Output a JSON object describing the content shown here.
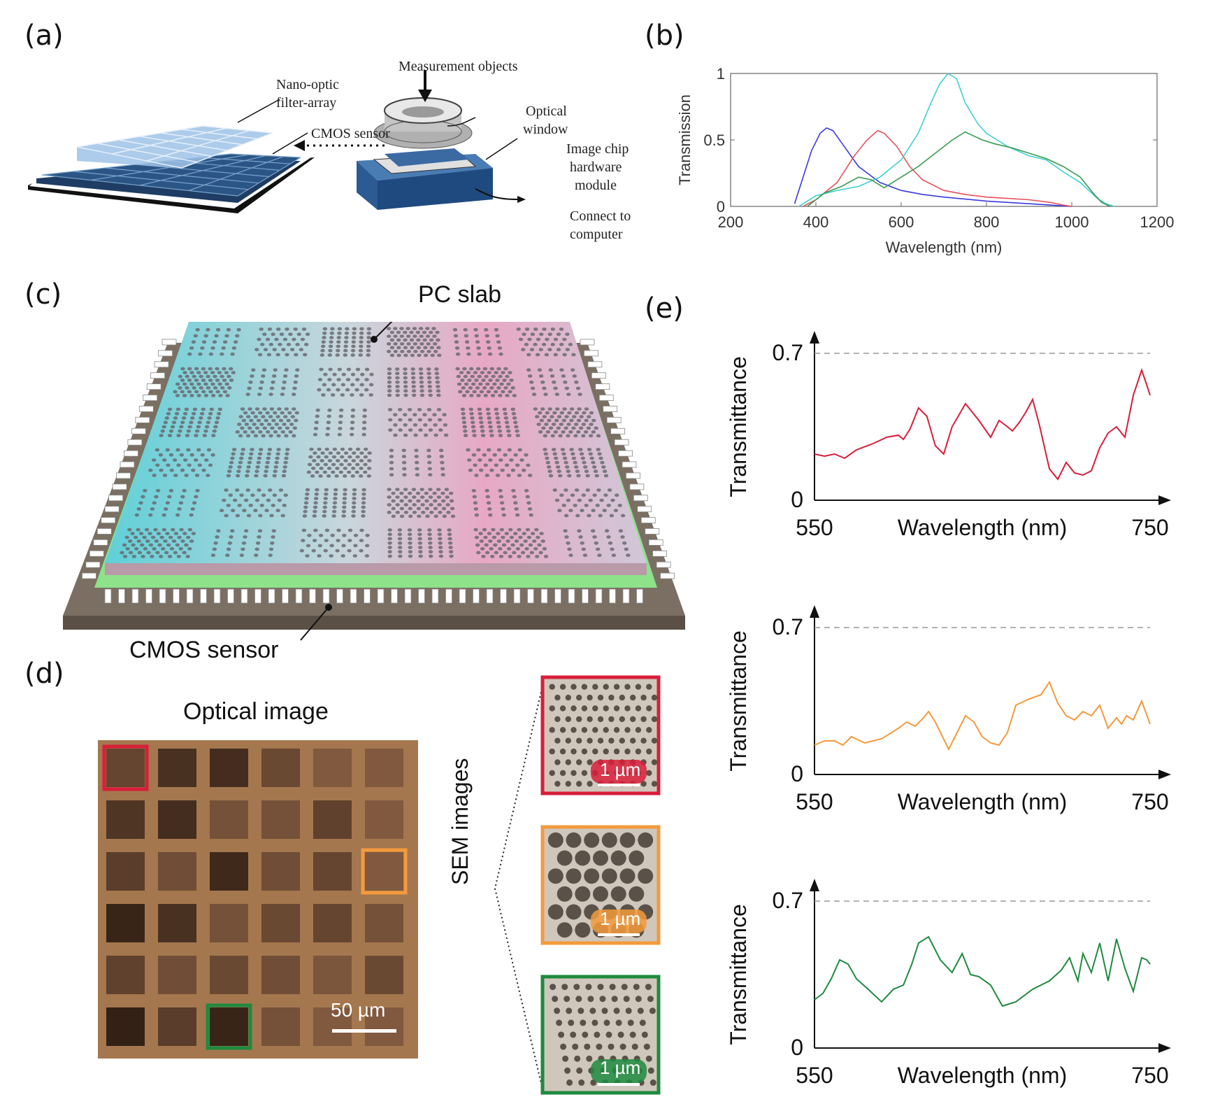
{
  "panels": {
    "a": {
      "label": "(a)",
      "callouts": {
        "measurement_objects": "Measurement objects",
        "nano_optic_line1": "Nano-optic",
        "nano_optic_line2": "filter-array",
        "cmos_sensor": "CMOS sensor",
        "optical_line1": "Optical",
        "optical_line2": "window",
        "image_chip_line1": "Image chip",
        "image_chip_line2": "hardware",
        "image_chip_line3": "module",
        "connect_line1": "Connect to",
        "connect_line2": "computer"
      }
    },
    "b": {
      "label": "(b)"
    },
    "c": {
      "label": "(c)",
      "pc_slab": "PC slab",
      "cmos_sensor": "CMOS sensor"
    },
    "d": {
      "label": "(d)",
      "optical_image_title": "Optical image",
      "scale_bar": "50 µm",
      "sem_images_label": "SEM images",
      "sem_scale": [
        "1 µm",
        "1 µm",
        "1 µm"
      ]
    },
    "e": {
      "label": "(e)"
    }
  },
  "colors": {
    "red": "#d81e3a",
    "orange": "#f39a3c",
    "green": "#1f8a3f",
    "blue": "#3a3adf",
    "cyan": "#3fd0d0",
    "b_red": "#e8505a",
    "b_green": "#3a9a50",
    "filter_tan": "#a5774e"
  },
  "optical_grid_levels": [
    [
      0.45,
      0.7,
      0.75,
      0.4,
      0.2,
      0.2
    ],
    [
      0.65,
      0.75,
      0.3,
      0.3,
      0.5,
      0.2
    ],
    [
      0.55,
      0.35,
      0.8,
      0.35,
      0.45,
      0.2
    ],
    [
      0.85,
      0.7,
      0.3,
      0.4,
      0.45,
      0.3
    ],
    [
      0.5,
      0.35,
      0.4,
      0.35,
      0.25,
      0.4
    ],
    [
      0.9,
      0.55,
      0.85,
      0.3,
      0.2,
      0.2
    ]
  ],
  "chart_data": [
    {
      "type": "line",
      "xlabel": "Wavelength (nm)",
      "ylabel": "Transmission",
      "xlim": [
        200,
        1200
      ],
      "ylim": [
        0,
        1
      ],
      "xticks": [
        "200",
        "400",
        "600",
        "800",
        "1000",
        "1200"
      ],
      "yticks": [
        "0",
        "0.5",
        "1"
      ],
      "series": [
        {
          "color": "#3a3adf",
          "x": [
            350,
            370,
            390,
            410,
            425,
            440,
            460,
            500,
            550,
            600,
            650,
            700,
            800,
            900,
            950,
            1000
          ],
          "y": [
            0.02,
            0.22,
            0.42,
            0.55,
            0.59,
            0.57,
            0.48,
            0.3,
            0.18,
            0.12,
            0.09,
            0.07,
            0.04,
            0.02,
            0.01,
            0.0
          ]
        },
        {
          "color": "#e8505a",
          "x": [
            370,
            400,
            450,
            490,
            520,
            545,
            560,
            590,
            620,
            650,
            700,
            750,
            800,
            850,
            900,
            950,
            980,
            1000
          ],
          "y": [
            0.0,
            0.05,
            0.18,
            0.38,
            0.5,
            0.57,
            0.55,
            0.45,
            0.3,
            0.2,
            0.12,
            0.09,
            0.07,
            0.06,
            0.05,
            0.03,
            0.01,
            0.0
          ]
        },
        {
          "color": "#3fd0d0",
          "x": [
            360,
            400,
            450,
            500,
            550,
            600,
            640,
            670,
            690,
            710,
            730,
            750,
            780,
            800,
            850,
            900,
            940,
            980,
            1020,
            1060,
            1080,
            1100
          ],
          "y": [
            0.0,
            0.08,
            0.12,
            0.15,
            0.22,
            0.35,
            0.55,
            0.78,
            0.92,
            1.0,
            0.96,
            0.78,
            0.62,
            0.55,
            0.45,
            0.38,
            0.35,
            0.26,
            0.18,
            0.06,
            0.02,
            0.0
          ]
        },
        {
          "color": "#3a9a50",
          "x": [
            380,
            420,
            460,
            500,
            530,
            560,
            600,
            640,
            680,
            720,
            750,
            770,
            790,
            820,
            860,
            900,
            940,
            980,
            1020,
            1050,
            1070,
            1090
          ],
          "y": [
            0.0,
            0.1,
            0.15,
            0.22,
            0.2,
            0.14,
            0.22,
            0.3,
            0.4,
            0.5,
            0.56,
            0.53,
            0.5,
            0.47,
            0.44,
            0.4,
            0.36,
            0.3,
            0.22,
            0.1,
            0.03,
            0.0
          ]
        }
      ]
    },
    {
      "type": "line",
      "xlabel": "Wavelength (nm)",
      "ylabel": "Transmittance",
      "xlim": [
        550,
        750
      ],
      "ylim": [
        0,
        0.7
      ],
      "xticks": [
        "550",
        "750"
      ],
      "yticks": [
        "0",
        "0.7"
      ],
      "series": [
        {
          "color": "#d81e3a",
          "x": [
            550,
            556,
            562,
            568,
            575,
            585,
            593,
            600,
            603,
            607,
            612,
            617,
            622,
            627,
            632,
            640,
            648,
            655,
            660,
            665,
            668,
            672,
            676,
            680,
            684,
            690,
            695,
            700,
            705,
            710,
            715,
            720,
            725,
            730,
            735,
            740,
            745,
            748,
            750
          ],
          "y": [
            0.22,
            0.21,
            0.22,
            0.2,
            0.24,
            0.27,
            0.3,
            0.31,
            0.29,
            0.34,
            0.44,
            0.4,
            0.26,
            0.22,
            0.35,
            0.46,
            0.38,
            0.3,
            0.38,
            0.35,
            0.33,
            0.37,
            0.42,
            0.48,
            0.36,
            0.15,
            0.1,
            0.18,
            0.13,
            0.12,
            0.14,
            0.25,
            0.32,
            0.35,
            0.3,
            0.5,
            0.62,
            0.55,
            0.5
          ]
        },
        {
          "color": "#f39a3c",
          "x": [
            550,
            556,
            562,
            567,
            572,
            580,
            590,
            600,
            605,
            610,
            615,
            618,
            622,
            630,
            640,
            645,
            650,
            655,
            660,
            665,
            670,
            678,
            685,
            690,
            695,
            700,
            705,
            710,
            715,
            720,
            725,
            730,
            733,
            736,
            740,
            745,
            750
          ],
          "y": [
            0.14,
            0.16,
            0.16,
            0.14,
            0.18,
            0.15,
            0.17,
            0.22,
            0.25,
            0.23,
            0.27,
            0.3,
            0.25,
            0.12,
            0.28,
            0.25,
            0.18,
            0.15,
            0.14,
            0.2,
            0.33,
            0.36,
            0.38,
            0.44,
            0.34,
            0.28,
            0.26,
            0.3,
            0.28,
            0.33,
            0.22,
            0.27,
            0.24,
            0.28,
            0.26,
            0.35,
            0.24
          ]
        },
        {
          "color": "#1f8a3f",
          "x": [
            550,
            555,
            560,
            565,
            570,
            575,
            582,
            590,
            597,
            603,
            608,
            612,
            618,
            625,
            632,
            638,
            643,
            648,
            655,
            662,
            670,
            680,
            690,
            697,
            702,
            707,
            710,
            715,
            720,
            725,
            730,
            735,
            740,
            745,
            748,
            750
          ],
          "y": [
            0.23,
            0.26,
            0.33,
            0.42,
            0.4,
            0.33,
            0.28,
            0.22,
            0.28,
            0.3,
            0.4,
            0.5,
            0.53,
            0.42,
            0.36,
            0.45,
            0.35,
            0.34,
            0.3,
            0.2,
            0.22,
            0.28,
            0.32,
            0.37,
            0.43,
            0.32,
            0.45,
            0.36,
            0.5,
            0.32,
            0.52,
            0.38,
            0.27,
            0.43,
            0.42,
            0.4
          ]
        }
      ]
    }
  ]
}
